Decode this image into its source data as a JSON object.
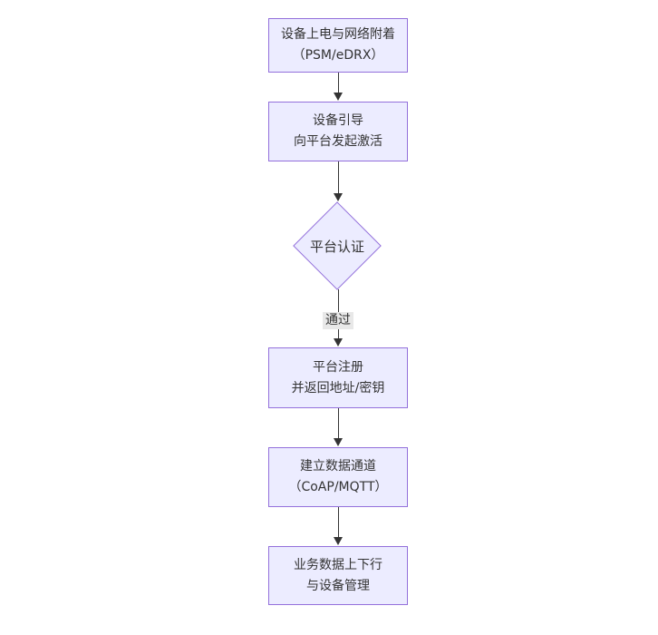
{
  "diagram": {
    "type": "flowchart",
    "direction": "top-down",
    "colors": {
      "background": "#ffffff",
      "node_fill": "#ececff",
      "node_border": "#9370db",
      "text": "#333333",
      "arrow": "#333333",
      "edge_label_bg": "#e8e8e8"
    },
    "nodes": [
      {
        "id": "power-attach",
        "shape": "rect",
        "lines": [
          "设备上电与网络附着",
          "（PSM/eDRX）"
        ]
      },
      {
        "id": "bootstrap",
        "shape": "rect",
        "lines": [
          "设备引导",
          "向平台发起激活"
        ]
      },
      {
        "id": "platform-auth",
        "shape": "diamond",
        "lines": [
          "平台认证"
        ]
      },
      {
        "id": "register",
        "shape": "rect",
        "lines": [
          "平台注册",
          "并返回地址/密钥"
        ]
      },
      {
        "id": "data-channel",
        "shape": "rect",
        "lines": [
          "建立数据通道",
          "（CoAP/MQTT）"
        ]
      },
      {
        "id": "business",
        "shape": "rect",
        "lines": [
          "业务数据上下行",
          "与设备管理"
        ]
      }
    ],
    "edges": [
      {
        "from": "power-attach",
        "to": "bootstrap",
        "label": ""
      },
      {
        "from": "bootstrap",
        "to": "platform-auth",
        "label": ""
      },
      {
        "from": "platform-auth",
        "to": "register",
        "label": "通过"
      },
      {
        "from": "register",
        "to": "data-channel",
        "label": ""
      },
      {
        "from": "data-channel",
        "to": "business",
        "label": ""
      }
    ]
  }
}
